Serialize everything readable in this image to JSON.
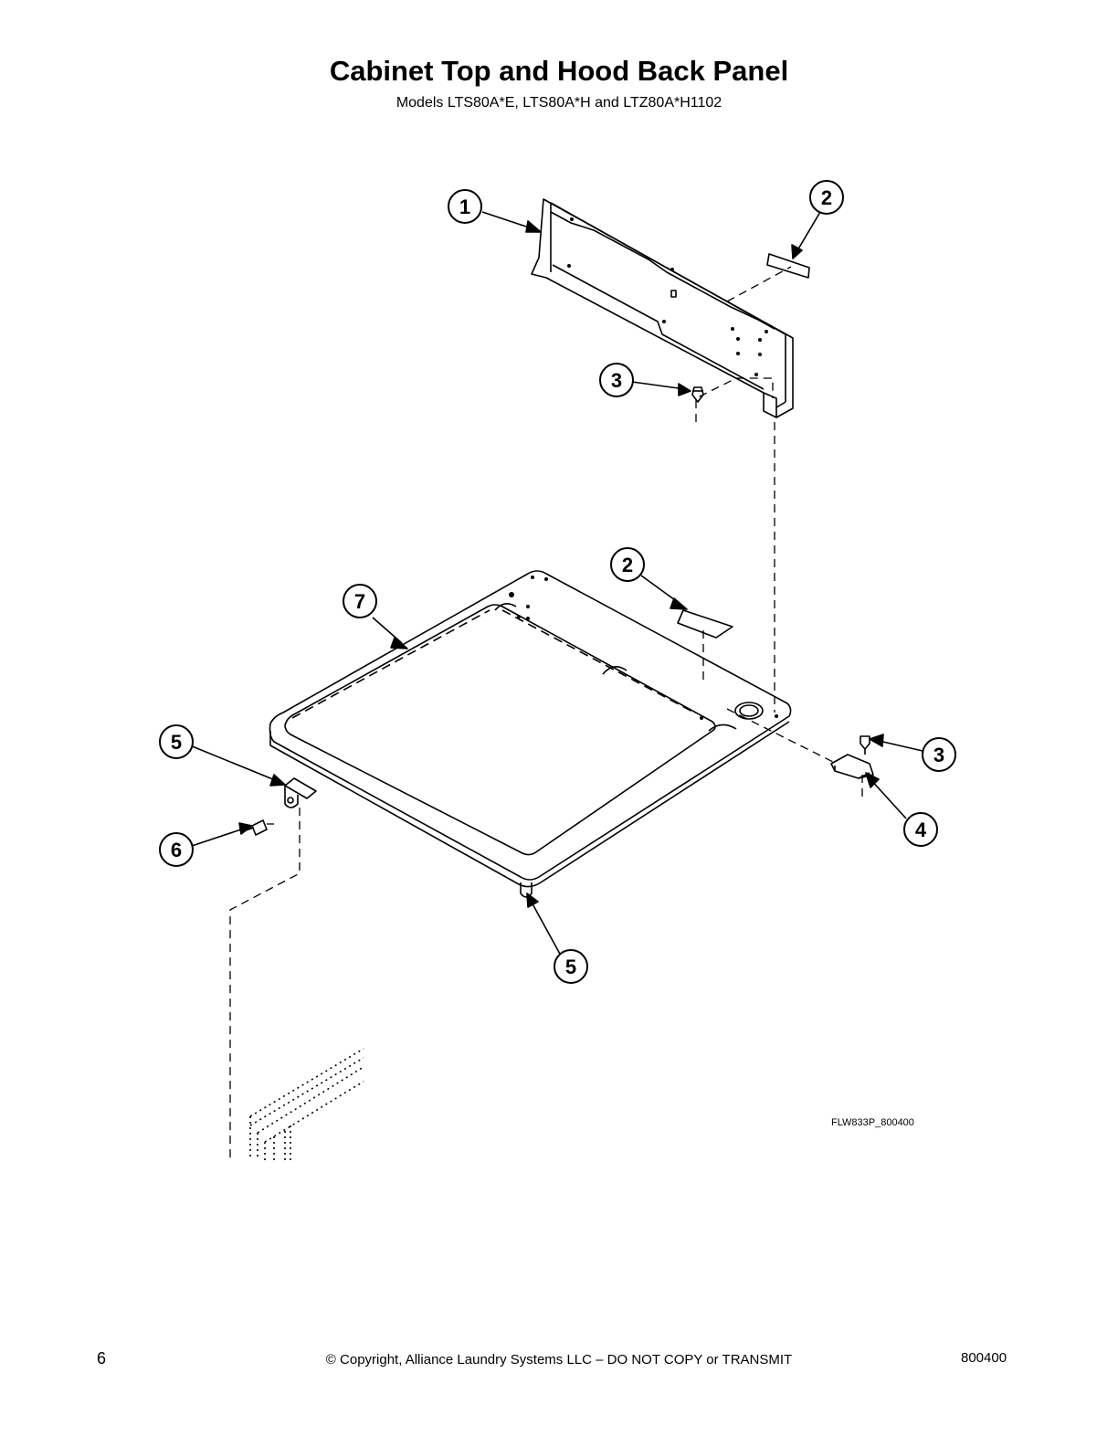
{
  "header": {
    "title": "Cabinet Top and Hood Back Panel",
    "subtitle": "Models LTS80A*E, LTS80A*H and LTZ80A*H1102"
  },
  "callouts": [
    "1",
    "2",
    "3",
    "2",
    "7",
    "5",
    "3",
    "6",
    "4",
    "5"
  ],
  "figure_code": "FLW833P_800400",
  "footer": {
    "page_number": "6",
    "copyright": "© Copyright, Alliance Laundry Systems LLC – DO NOT COPY or TRANSMIT",
    "doc_number": "800400"
  }
}
